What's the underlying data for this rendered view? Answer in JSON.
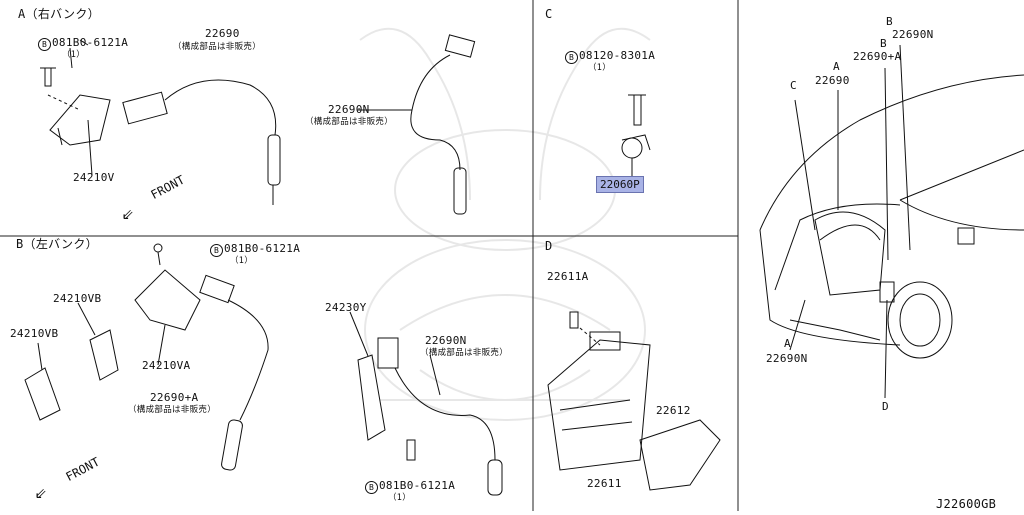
{
  "sections": {
    "A": {
      "title": "A（右バンク）"
    },
    "B": {
      "title": "B（左バンク）"
    },
    "C": {
      "title": "C"
    },
    "D": {
      "title": "D"
    }
  },
  "parts": {
    "bolt_a": {
      "prefix": "B",
      "code": "081B0-6121A",
      "qty": "（1）"
    },
    "bolt_b": {
      "prefix": "B",
      "code": "081B0-6121A",
      "qty": "（1）"
    },
    "bolt_b2": {
      "prefix": "B",
      "code": "081B0-6121A",
      "qty": "（1）"
    },
    "bolt_c": {
      "prefix": "B",
      "code": "08120-8301A",
      "qty": "（1）"
    },
    "p22690": "22690",
    "p22690n": "22690N",
    "p22690n_b": "22690N",
    "p22690a": "22690+A",
    "p24210v": "24210V",
    "p24210vb_1": "24210VB",
    "p24210vb_2": "24210VB",
    "p24210va": "24210VA",
    "p24230y": "24230Y",
    "p22060p": "22060P",
    "p22611a": "22611A",
    "p22612": "22612",
    "p22611": "22611",
    "not_sold": "（構成部品は非販売）",
    "front": "FRONT"
  },
  "car_labels": {
    "b_top": "B",
    "n_top": "22690N",
    "b2": "B",
    "a2": "22690+A",
    "a_top": "A",
    "a_22690": "22690",
    "c": "C",
    "a_bottom": "A",
    "n_bottom": "22690N",
    "d_bottom": "D"
  },
  "footer": {
    "code": "J22600GB"
  },
  "colors": {
    "highlight": "#a9b3e6",
    "line": "#111111"
  }
}
